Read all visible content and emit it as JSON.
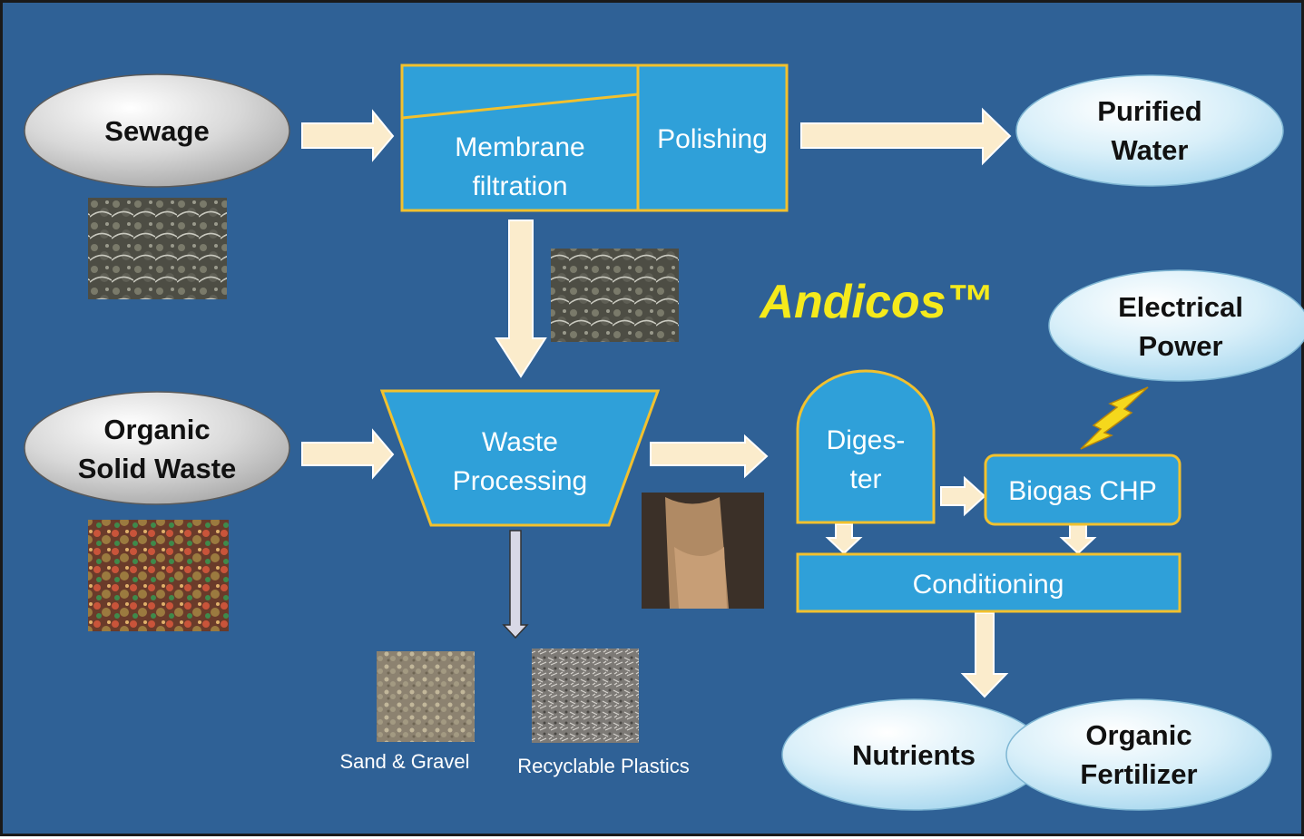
{
  "title": "Andicos™",
  "inputs": {
    "sewage": "Sewage",
    "organic_solid_waste": [
      "Organic",
      "Solid Waste"
    ]
  },
  "outputs": {
    "purified_water": [
      "Purified",
      "Water"
    ],
    "electrical_power": [
      "Electrical",
      "Power"
    ],
    "nutrients": "Nutrients",
    "organic_fertilizer": [
      "Organic",
      "Fertilizer"
    ]
  },
  "process": {
    "membrane_filtration": [
      "Membrane",
      "filtration"
    ],
    "polishing": "Polishing",
    "waste_processing": [
      "Waste",
      "Processing"
    ],
    "digester": [
      "Diges-",
      "ter"
    ],
    "biogas_chp": "Biogas CHP",
    "conditioning": "Conditioning"
  },
  "by_products": {
    "sand_gravel": "Sand & Gravel",
    "recyclable_plastics": "Recyclable Plastics"
  },
  "colors": {
    "background": "#2f6196",
    "process_fill": "#2fa0d9",
    "process_border": "#f2c12e",
    "arrow_fill": "#fbeccc",
    "title_yellow": "#f5ea1c",
    "input_ellipse": "#d9d9d9",
    "output_ellipse": "#cfeaf6"
  },
  "icons": [
    "sewage-photo",
    "solid-waste-photo",
    "sludge-photo",
    "slurry-photo",
    "sand-gravel-photo",
    "plastics-photo",
    "lightning-bolt-icon"
  ]
}
